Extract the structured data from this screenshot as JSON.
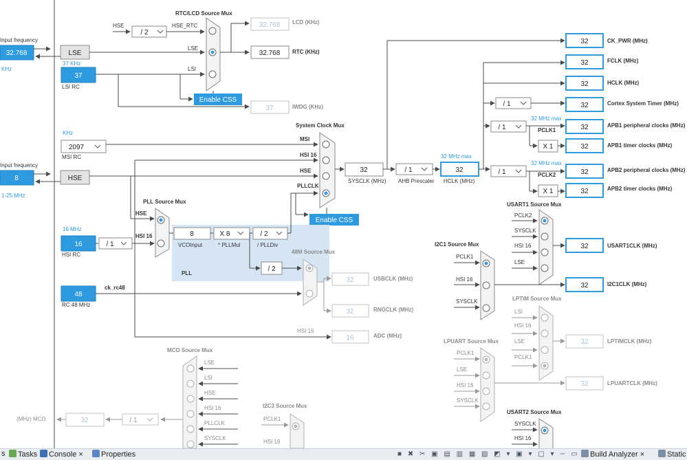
{
  "rtc_mux": {
    "title": "RTC/LCD Source Mux",
    "hse_label": "HSE",
    "hse_div": "/ 2",
    "hse_rtc_label": "HSE_RTC",
    "lse_label": "LSE",
    "lsi_label": "LSI",
    "lcd_value": "32.768",
    "lcd_label": "LCD (KHz)",
    "rtc_value": "32.768",
    "rtc_label": "RTC (KHz)",
    "enable_css": "Enable CSS",
    "iwdg_value": "37",
    "iwdg_label": "IWDG (KHz)"
  },
  "lse": {
    "input_frequency_label": "Input frequency",
    "value": "32.768",
    "unit": "KHz",
    "block": "LSE"
  },
  "lsi": {
    "freq_label": "37 KHz",
    "value": "37",
    "name": "LSI RC"
  },
  "msi": {
    "unit_label": "KHz",
    "value": "2097",
    "name": "MSI RC"
  },
  "hse": {
    "input_frequency_label": "Input frequency",
    "value": "8",
    "range": "1-25 MHz",
    "block": "HSE"
  },
  "pll": {
    "mux_title": "PLL Source Mux",
    "hse_label": "HSE",
    "hsi16_label": "HSI 16",
    "vco_value": "8",
    "vco_label": "VCOInput",
    "mul_value": "X 8",
    "mul_label": "* PLLMul",
    "div_value": "/ 2",
    "div_label": "/ PLLDiv",
    "name": "PLL",
    "usb_div": "/ 2"
  },
  "hsi": {
    "freq_label": "16 MHz",
    "value": "16",
    "div": "/ 1",
    "name": "HSI RC"
  },
  "rc48": {
    "value": "48",
    "name": "RC 48 MHz",
    "out_label": "ck_rc48"
  },
  "sysclk_mux": {
    "title": "System Clock Mux",
    "inputs": [
      "MSI",
      "HSI 16",
      "HSE",
      "PLLCLK"
    ],
    "value": "32",
    "label": "SYSCLK (MHz)",
    "enable_css": "Enable CSS"
  },
  "ahb": {
    "prescaler": "/ 1",
    "prescaler_label": "AHB Prescaler",
    "max_label": "32 MHz max",
    "hclk_value": "32",
    "hclk_label": "HCLK (MHz)"
  },
  "outputs": {
    "ck_pwr": {
      "value": "32",
      "label": "CK_PWR (MHz)"
    },
    "fclk": {
      "value": "32",
      "label": "FCLK (MHz)"
    },
    "hclk": {
      "value": "32",
      "label": "HCLK (MHz)"
    },
    "cortex": {
      "div": "/ 1",
      "value": "32",
      "label": "Cortex System Timer (MHz)"
    },
    "apb1": {
      "div": "/ 1",
      "max_label": "32 MHz max",
      "pclk": "PCLK1",
      "value": "32",
      "label": "APB1 peripheral clocks (MHz)"
    },
    "apb1_timer": {
      "mul": "X 1",
      "value": "32",
      "label": "APB1 timer clocks (MHz)"
    },
    "apb2": {
      "div": "/ 1",
      "max_label": "32 MHz max",
      "pclk": "PCLK2",
      "value": "32",
      "label": "APB2 peripheral clocks (MHz)"
    },
    "apb2_timer": {
      "mul": "X 1",
      "value": "32",
      "label": "APB2 timer clocks (MHz)"
    }
  },
  "mux48": {
    "title": "48M Source Mux",
    "usb_value": "32",
    "usb_label": "USBCLK (MHz)",
    "rng_value": "32",
    "rng_label": "RNGCLK (MHz)",
    "hsi16_label": "HSI 16",
    "adc_value": "16",
    "adc_label": "ADC (MHz)"
  },
  "usart1": {
    "title": "USART1 Source Mux",
    "inputs": [
      "PCLK2",
      "SYSCLK",
      "HSI 16",
      "LSE"
    ],
    "value": "32",
    "label": "USART1CLK (MHz)"
  },
  "i2c1": {
    "title": "I2C1 Source Mux",
    "inputs": [
      "PCLK1",
      "HSI 16",
      "SYSCLK"
    ],
    "value": "32",
    "label": "I2C1CLK (MHz)"
  },
  "lptim": {
    "title": "LPTIM Source Mux",
    "inputs": [
      "LSI",
      "HSI 16",
      "LSE",
      "PCLK1"
    ],
    "value": "32",
    "label": "LPTIMCLK (MHz)"
  },
  "lpuart": {
    "title": "LPUART Source Mux",
    "inputs": [
      "PCLK1",
      "LSE",
      "HSI 16",
      "SYSCLK"
    ],
    "value": "32",
    "label": "LPUARTCLK (MHz)"
  },
  "mco": {
    "title": "MCO Source Mux",
    "inputs": [
      "LSE",
      "LSI",
      "HSE",
      "HSI 16",
      "PLLCLK",
      "SYSCLK"
    ],
    "label": "(MHz) MCO",
    "value": "32",
    "div": "/ 1"
  },
  "i2c3": {
    "title": "I2C3 Source Mux",
    "inputs": [
      "PCLK1",
      "HSI 16"
    ]
  },
  "usart2": {
    "title": "USART2 Source Mux",
    "inputs": [
      "SYSCLK",
      "HSI 16"
    ]
  },
  "bottom_bar": {
    "tab_s": "s",
    "tasks": "Tasks",
    "console": "Console",
    "properties": "Properties",
    "build_analyzer": "Build Analyzer",
    "static": "Static S",
    "close": "×"
  },
  "colors": {
    "accent": "#2e9be0",
    "accent_dark": "#1e7fc4",
    "label_blue": "#2e9be0",
    "disabled_text": "#a9c7e0",
    "pll_panel": "#d5e5f4",
    "mux_fill": "#f1f3f5"
  }
}
